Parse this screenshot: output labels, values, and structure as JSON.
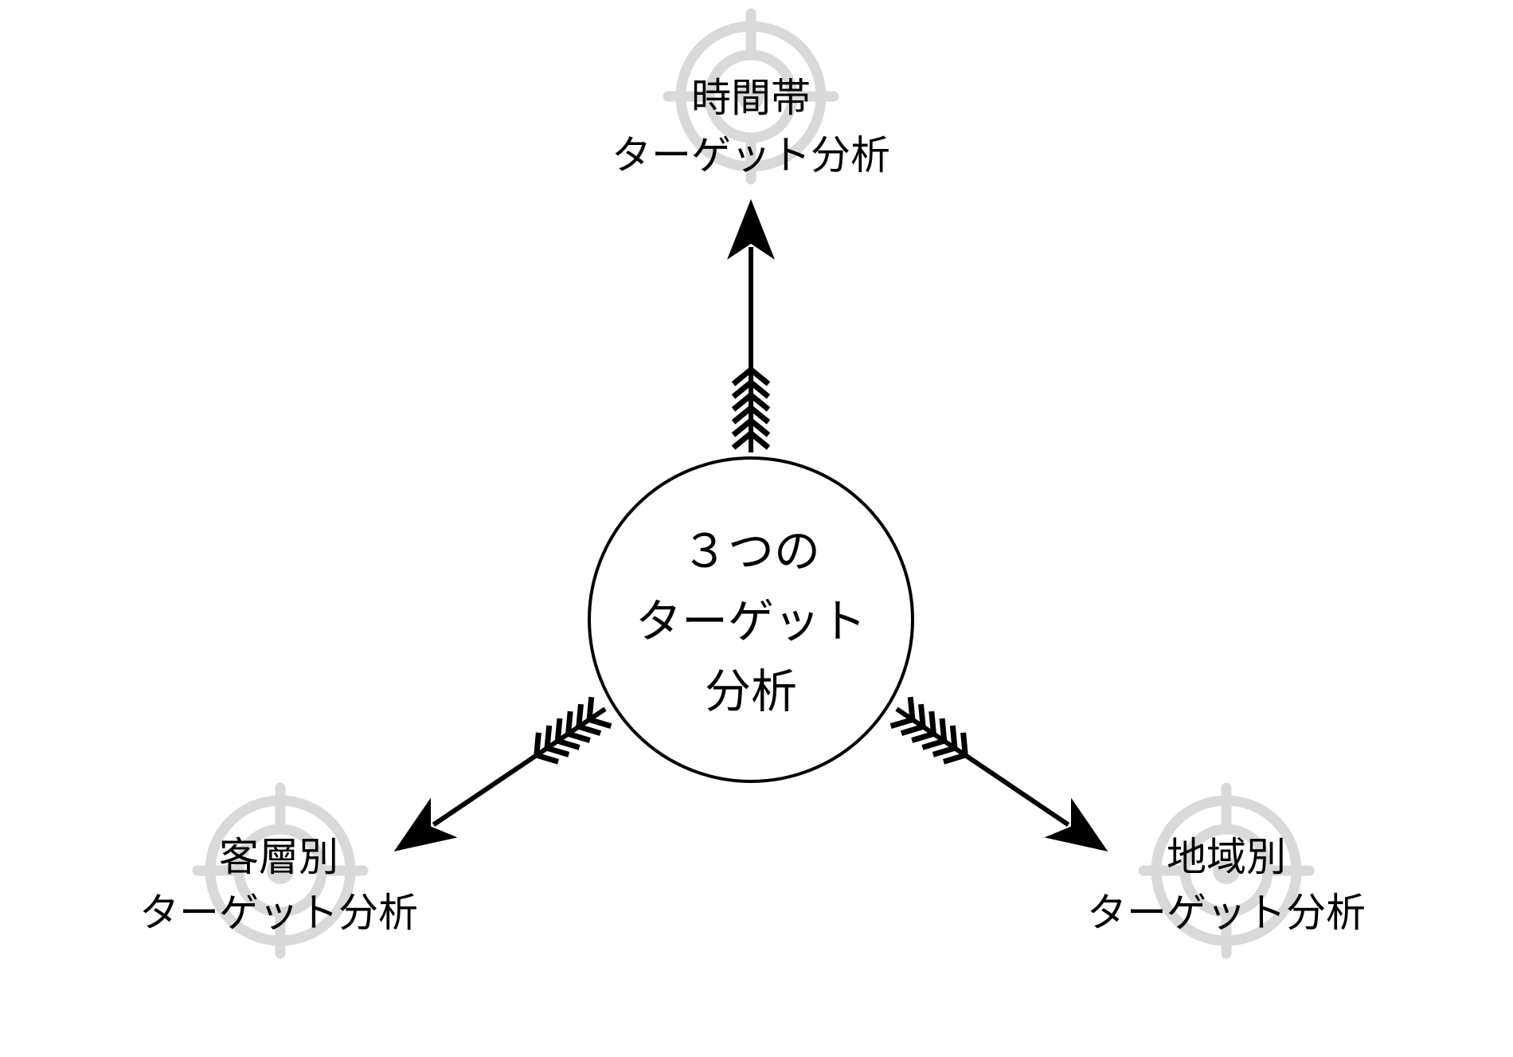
{
  "colors": {
    "background": "#ffffff",
    "stroke": "#000000",
    "target_gray": "#d9d9d9"
  },
  "center": {
    "line1": "３つの",
    "line2": "ターゲット",
    "line3": "分析"
  },
  "targets": [
    {
      "id": "time",
      "icon": "target-icon",
      "line1": "時間帯",
      "line2": "ターゲット分析"
    },
    {
      "id": "customer",
      "icon": "target-icon",
      "line1": "客層別",
      "line2": "ターゲット分析"
    },
    {
      "id": "region",
      "icon": "target-icon",
      "line1": "地域別",
      "line2": "ターゲット分析"
    }
  ]
}
